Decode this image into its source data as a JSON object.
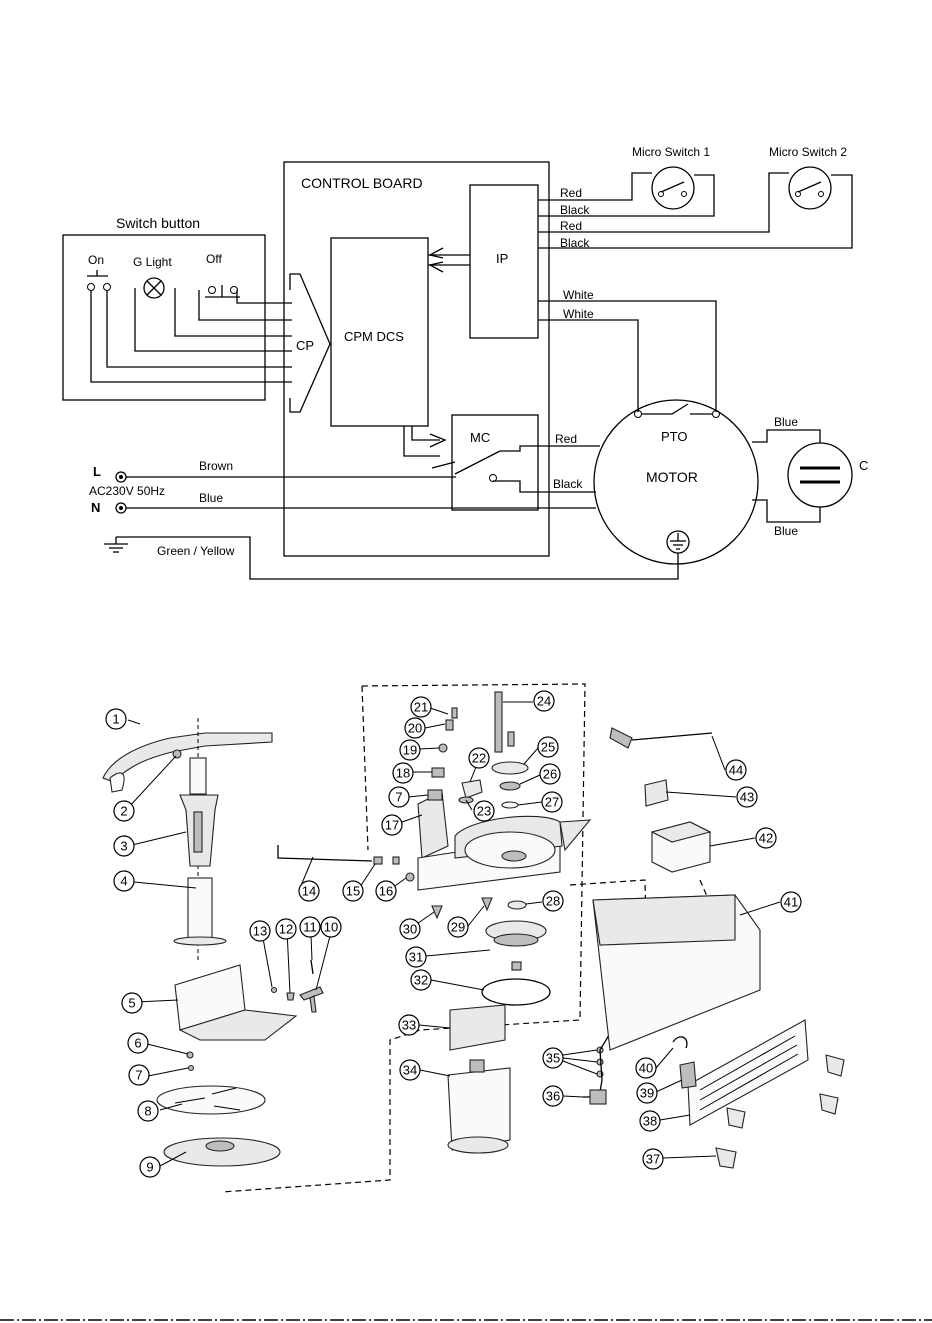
{
  "wiring": {
    "control_board": "CONTROL BOARD",
    "switch_button": "Switch button",
    "on": "On",
    "g_light": "G Light",
    "off": "Off",
    "cp": "CP",
    "cpm_dcs": "CPM DCS",
    "ip": "IP",
    "mc": "MC",
    "pto": "PTO",
    "motor": "MOTOR",
    "capacitor": "C",
    "micro_switch_1": "Micro Switch 1",
    "micro_switch_2": "Micro Switch 2",
    "live": "L",
    "neutral": "N",
    "supply": "AC230V 50Hz",
    "wires": {
      "red_ms1": "Red",
      "black_ms1": "Black",
      "red_ms2": "Red",
      "black_ms2": "Black",
      "white_1": "White",
      "white_2": "White",
      "red_motor": "Red",
      "black_motor": "Black",
      "brown": "Brown",
      "blue_supply": "Blue",
      "ground": "Green / Yellow",
      "blue_cap_top": "Blue",
      "blue_cap_bottom": "Blue"
    }
  },
  "exploded_view": {
    "callouts": [
      "1",
      "2",
      "3",
      "4",
      "5",
      "6",
      "7",
      "8",
      "9",
      "10",
      "11",
      "12",
      "13",
      "14",
      "15",
      "16",
      "17",
      "18",
      "19",
      "20",
      "21",
      "22",
      "23",
      "24",
      "25",
      "26",
      "27",
      "28",
      "29",
      "30",
      "31",
      "32",
      "33",
      "34",
      "35",
      "36",
      "37",
      "38",
      "39",
      "40",
      "41",
      "42",
      "43",
      "44"
    ]
  }
}
